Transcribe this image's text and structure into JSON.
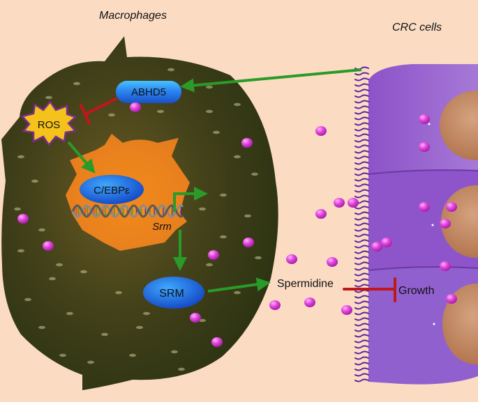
{
  "labels": {
    "macrophages": "Macrophages",
    "crc_cells": "CRC cells",
    "abhd5": "ABHD5",
    "ros": "ROS",
    "cebp": "C/EBPε",
    "srm_gene": "Srm",
    "srm_protein": "SRM",
    "spermidine": "Spermidine",
    "growth": "Growth"
  },
  "colors": {
    "background": "#fbdcc3",
    "macrophage": "#3f3d1c",
    "nucleus": "#ef8a20",
    "protein_blue": "#1f67e0",
    "ros_yellow": "#f5c21b",
    "activation_arrow": "#2a9a28",
    "inhibition": "#c0171b",
    "crc_cell": "#8a50c6",
    "crc_nucleus": "#c99068",
    "spermidine_dot": "#e040d8"
  }
}
